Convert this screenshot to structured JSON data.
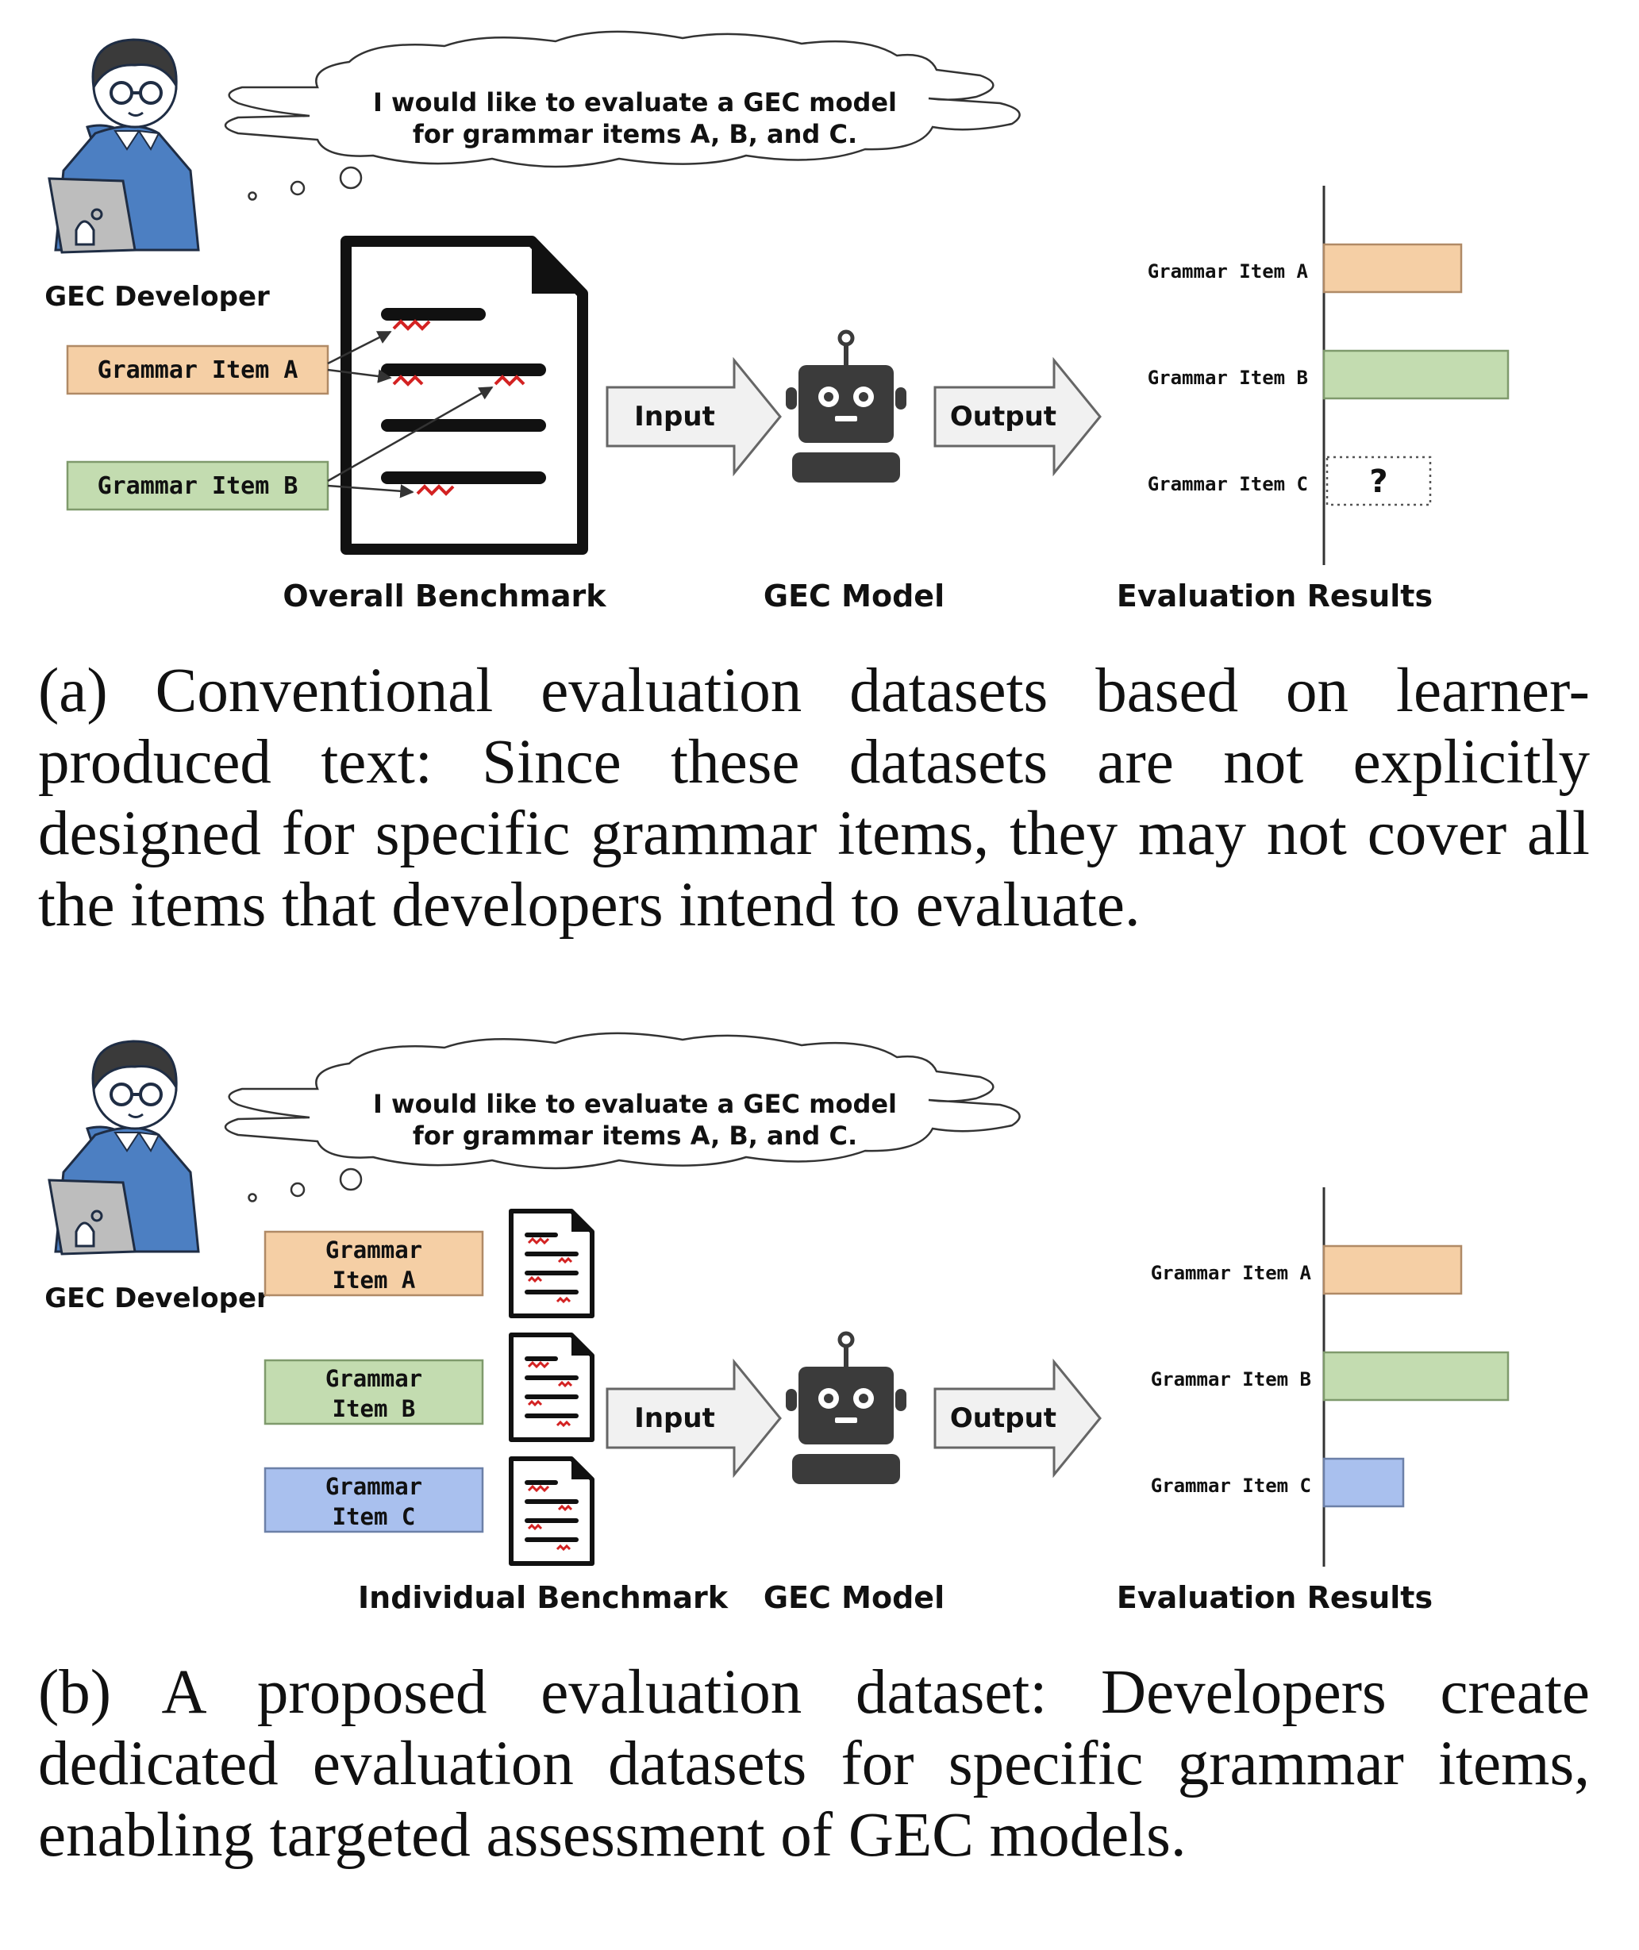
{
  "panel_a": {
    "thought": [
      "I would like to evaluate a GEC model",
      "for grammar items A, B, and C."
    ],
    "developer_label": "GEC Developer",
    "items": [
      "Grammar Item A",
      "Grammar Item B"
    ],
    "benchmark_label": "Overall Benchmark",
    "input_label": "Input",
    "output_label": "Output",
    "model_label": "GEC Model",
    "results_label": "Evaluation Results",
    "result_rows": [
      "Grammar Item A",
      "Grammar Item B",
      "Grammar Item C"
    ],
    "missing_marker": "?",
    "result_values": [
      0.64,
      0.86,
      null
    ],
    "caption": "(a) Conventional evaluation datasets based on learner-produced text: Since these datasets are not explicitly designed for specific grammar items, they may not cover all the items that developers intend to evaluate."
  },
  "panel_b": {
    "thought": [
      "I would like to evaluate a GEC model",
      "for grammar items A, B, and C."
    ],
    "developer_label": "GEC Developer",
    "items": [
      [
        "Grammar",
        "Item A"
      ],
      [
        "Grammar",
        "Item B"
      ],
      [
        "Grammar",
        "Item C"
      ]
    ],
    "benchmark_label": "Individual Benchmark",
    "input_label": "Input",
    "output_label": "Output",
    "model_label": "GEC Model",
    "results_label": "Evaluation Results",
    "result_rows": [
      "Grammar Item A",
      "Grammar Item B",
      "Grammar Item C"
    ],
    "result_values": [
      0.64,
      0.86,
      0.37
    ],
    "caption": "(b) A proposed evaluation dataset: Developers create dedicated evaluation datasets for specific grammar items, enabling targeted assessment of GEC models."
  },
  "colors": {
    "item_a_fill": "#f5cfa5",
    "item_a_stroke": "#b08a66",
    "item_b_fill": "#c3dcb0",
    "item_b_stroke": "#7f9a6c",
    "item_c_fill": "#a9c0ee",
    "item_c_stroke": "#6c80a8",
    "robot": "#3b3b3b",
    "shirt": "#4c7fc2",
    "squiggle": "#d32222"
  }
}
